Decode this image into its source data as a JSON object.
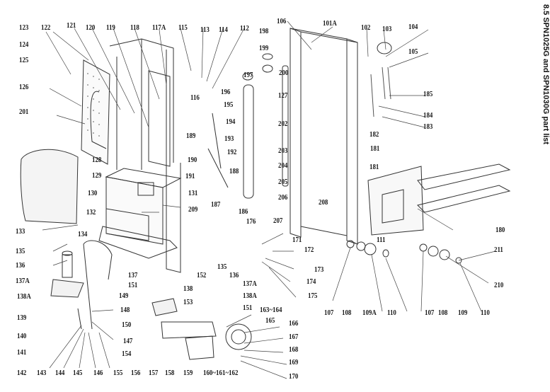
{
  "title": "8.5 SPN1025G and SPN1030G part list",
  "callouts": [
    "123",
    "122",
    "121",
    "120",
    "119",
    "118",
    "117A",
    "115",
    "113",
    "114",
    "112",
    "198",
    "106",
    "101A",
    "102",
    "103",
    "104",
    "124",
    "125",
    "199",
    "105",
    "126",
    "197",
    "200",
    "196",
    "116",
    "185",
    "195",
    "201",
    "127",
    "194",
    "184",
    "183",
    "202",
    "193",
    "182",
    "189",
    "192",
    "203",
    "181",
    "128",
    "190",
    "129",
    "188",
    "204",
    "181",
    "191",
    "130",
    "131",
    "205",
    "187",
    "186",
    "206",
    "132",
    "208",
    "180",
    "209",
    "207",
    "133",
    "176",
    "134",
    "171",
    "111",
    "135",
    "172",
    "136",
    "173",
    "211",
    "137A",
    "174",
    "152",
    "135",
    "136",
    "137",
    "175",
    "138A",
    "138",
    "137A",
    "107",
    "108",
    "109A",
    "110",
    "107",
    "108",
    "109",
    "110",
    "210",
    "151",
    "149",
    "138A",
    "139",
    "153",
    "151",
    "163~164",
    "148",
    "140",
    "150",
    "165",
    "166",
    "147",
    "167",
    "141",
    "154",
    "168",
    "169",
    "142",
    "143",
    "144",
    "145",
    "146",
    "155",
    "156",
    "157",
    "158",
    "159",
    "160~161~162",
    "170"
  ]
}
